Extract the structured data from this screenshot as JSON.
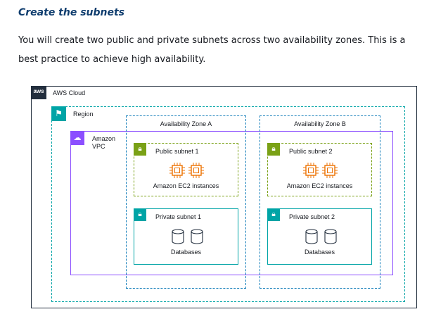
{
  "heading": "Create the subnets",
  "paragraph": "You will create two public and private subnets across two availability zones. This is a best practice to achieve high availability.",
  "diagram": {
    "cloud_label": "AWS Cloud",
    "cloud_logo_text": "aws",
    "region_label": "Region",
    "vpc_label_line1": "Amazon",
    "vpc_label_line2": "VPC",
    "zones": [
      {
        "label": "Availability Zone A",
        "public_subnet": "Public subnet 1",
        "instances_label": "Amazon EC2 instances",
        "private_subnet": "Private subnet 1",
        "databases_label": "Databases"
      },
      {
        "label": "Availability Zone B",
        "public_subnet": "Public subnet 2",
        "instances_label": "Amazon EC2 instances",
        "private_subnet": "Private subnet 2",
        "databases_label": "Databases"
      }
    ],
    "colors": {
      "region": "#00a4a6",
      "availability_zone": "#147eba",
      "vpc": "#8c4fff",
      "public_subnet": "#7aa116",
      "private_subnet": "#00a4a6",
      "ec2": "#ed7100",
      "aws_logo": "#232f3e"
    },
    "icons": [
      "aws-logo",
      "flag-icon",
      "cloud-lock-icon",
      "padlock-icon",
      "ec2-chip-icon",
      "database-icon"
    ]
  }
}
